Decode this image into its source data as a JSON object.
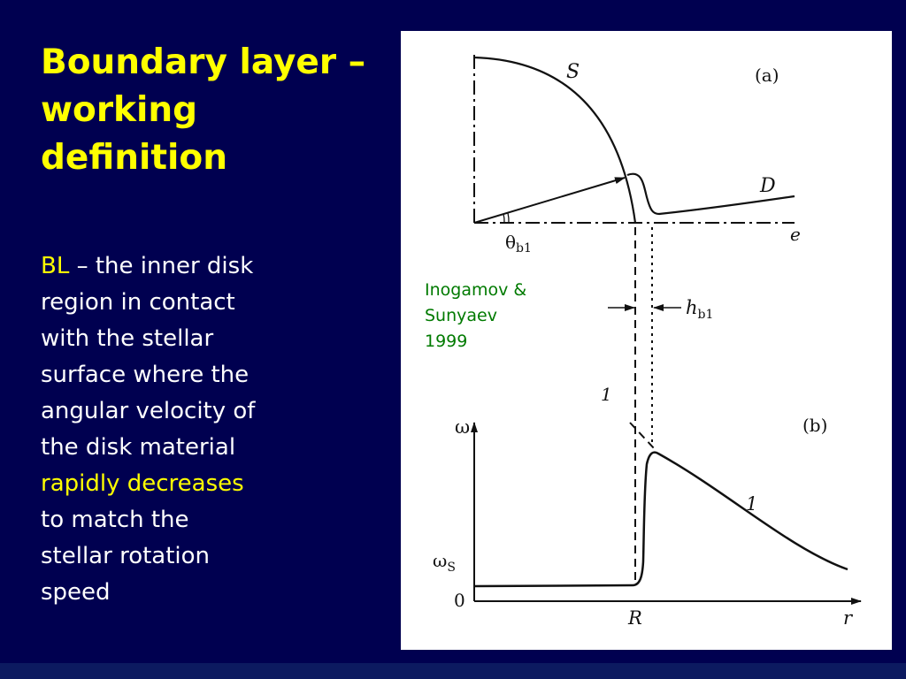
{
  "slide": {
    "title_lines": [
      "Boundary layer –",
      "working",
      "definition"
    ],
    "body": {
      "term": "BL",
      "lines_after_term": [
        " – the inner disk",
        "region in contact",
        "with the stellar",
        "surface where the",
        "angular velocity of",
        "the disk material"
      ],
      "highlight": "rapidly decreases",
      "lines_after_highlight": [
        "to match the",
        "stellar rotation",
        "speed"
      ]
    },
    "credit_lines": [
      "Inogamov &",
      "Sunyaev",
      "1999"
    ]
  },
  "figure": {
    "panel_a": {
      "panel_label": "(a)",
      "star_label": "S",
      "disk_label": "D",
      "axis_label": "e",
      "angle_label_base": "θ",
      "angle_label_sub": "b1",
      "width_label_base": "h",
      "width_label_sub": "b1"
    },
    "panel_b": {
      "panel_label": "(b)",
      "y_axis_label": "ω",
      "x_axis_label": "r",
      "omega_s_base": "ω",
      "omega_s_sub": "S",
      "zero_label": "0",
      "radius_label": "R",
      "curve_label_1": "1",
      "curve_label_2": "1"
    }
  },
  "colors": {
    "background": "#000050",
    "title": "#ffff00",
    "text": "#ffffff",
    "highlight": "#ffff00",
    "credit": "#007a00"
  }
}
